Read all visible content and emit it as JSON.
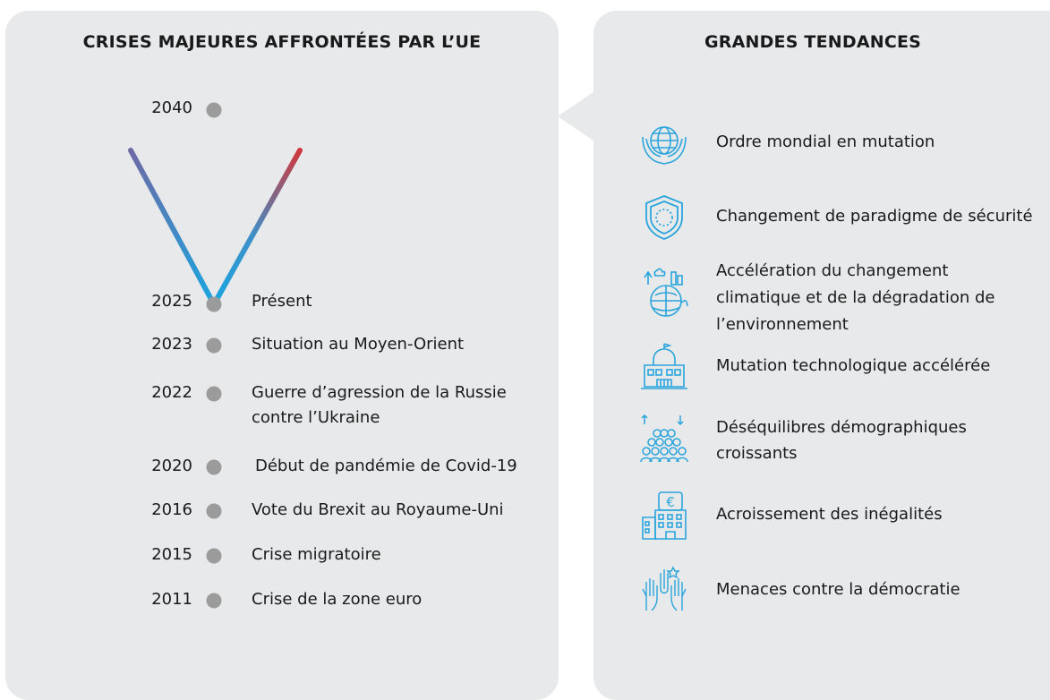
{
  "left_panel": {
    "title": "CRISES MAJEURES AFFRONTÉES PAR L’UE",
    "top_year": "2040",
    "timeline": [
      {
        "year": "2025",
        "event": "Présent"
      },
      {
        "year": "2023",
        "event": "Situation au Moyen-Orient"
      },
      {
        "year": "2022",
        "event": "Guerre d’agression de la Russie contre l’Ukraine"
      },
      {
        "year": "2020",
        "event": "Début de pandémie de Covid-19"
      },
      {
        "year": "2016",
        "event": "Vote du Brexit au Royaume-Uni"
      },
      {
        "year": "2015",
        "event": "Crise migratoire"
      },
      {
        "year": "2011",
        "event": "Crise de la zone euro"
      }
    ]
  },
  "right_panel": {
    "title": "GRANDES TENDANCES",
    "trends": [
      {
        "icon": "globe-hands-icon",
        "label": "Ordre mondial en mutation"
      },
      {
        "icon": "shield-icon",
        "label": "Changement de paradigme de sécurité"
      },
      {
        "icon": "climate-globe-icon",
        "label": "Accélération du changement climatique et de la dégradation de l’environnement"
      },
      {
        "icon": "building-tech-icon",
        "label": "Mutation technologique accélérée"
      },
      {
        "icon": "population-icon",
        "label": "Déséquilibres démographiques croissants"
      },
      {
        "icon": "euro-building-icon",
        "label": "Acroissement des inégalités"
      },
      {
        "icon": "raised-hands-icon",
        "label": "Menaces contre la démocratie"
      }
    ]
  },
  "colors": {
    "panel_bg": "#e8e9ea",
    "dot": "#9b9b9b",
    "line_light": "#23a8df",
    "line_dark": "#253e88",
    "branch_center_top": "#7cc3c9",
    "branch_left_top": "#6d6aa6",
    "branch_right_top": "#d0373b",
    "icon_blue": "#2aa5dc"
  }
}
